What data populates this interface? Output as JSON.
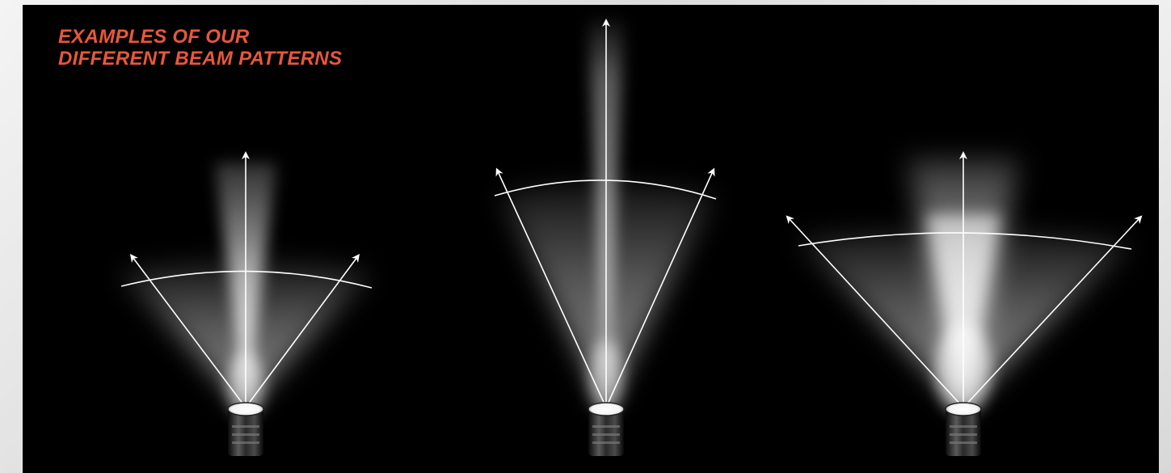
{
  "headline": {
    "line1": "EXAMPLES OF OUR",
    "line2": "DIFFERENT BEAM PATTERNS",
    "color": "#e8573c"
  },
  "background_color": "#000000",
  "beam_patterns": [
    {
      "id": "narrow",
      "icon": "flashlight-icon"
    },
    {
      "id": "medium",
      "icon": "flashlight-icon"
    },
    {
      "id": "wide",
      "icon": "flashlight-icon"
    }
  ]
}
